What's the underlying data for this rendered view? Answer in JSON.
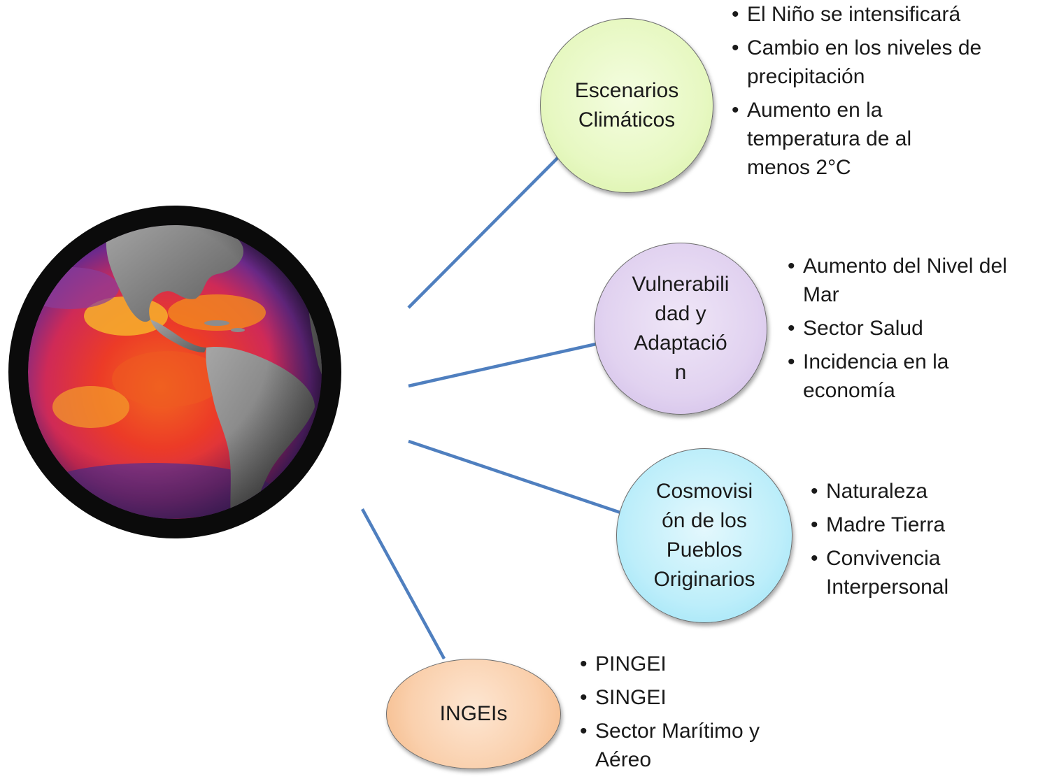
{
  "colors": {
    "connector": "#4f7fbf",
    "escenarios_fill": "#e7f8c2",
    "vulnerabilidad_fill": "#e1d2f0",
    "cosmovision_fill": "#bdeefa",
    "ingeis_fill": "#fad0ad",
    "node_border": "#6e6e6e"
  },
  "center": {
    "icon": "earth-globe-icon"
  },
  "branches": [
    {
      "key": "escenarios",
      "title_lines": [
        "Escenarios",
        "Climáticos"
      ],
      "items": [
        "El Niño se intensificará",
        "Cambio en los niveles de precipitación",
        "Aumento en la temperatura de al menos 2°C"
      ]
    },
    {
      "key": "vulnerabilidad",
      "title_lines": [
        "Vulnerabili",
        "dad y",
        "Adaptació",
        "n"
      ],
      "items": [
        "Aumento del Nivel del Mar",
        "Sector Salud",
        "Incidencia en la economía"
      ]
    },
    {
      "key": "cosmovision",
      "title_lines": [
        "Cosmovisi",
        "ón de los",
        "Pueblos",
        "Originarios"
      ],
      "items": [
        "Naturaleza",
        "Madre Tierra",
        "Convivencia Interpersonal"
      ]
    },
    {
      "key": "ingeis",
      "title_lines": [
        "INGEIs"
      ],
      "items": [
        "PINGEI",
        "SINGEI",
        "Sector Marítimo y Aéreo"
      ]
    }
  ]
}
